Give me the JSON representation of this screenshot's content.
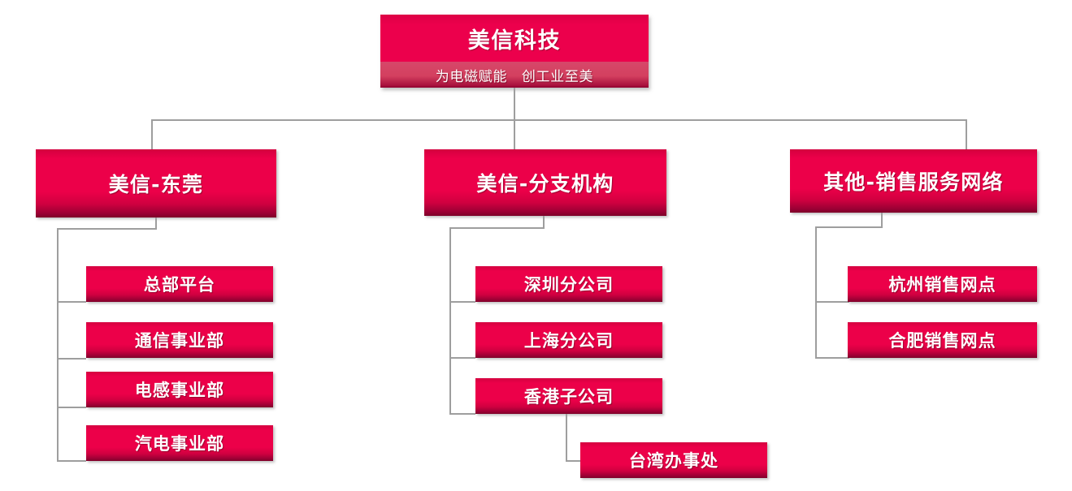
{
  "diagram": {
    "type": "organization-chart",
    "colors": {
      "box_primary": "#ec0049",
      "box_shade_dark": "#7d0029",
      "subtitle_band": "#d4405f",
      "connector_line": "#9e9e9e",
      "text": "#ffffff",
      "background": "#ffffff"
    },
    "root": {
      "title": "美信科技",
      "subtitle": "为电磁赋能　创工业至美"
    },
    "branches": [
      {
        "label": "美信-东莞",
        "children": [
          {
            "label": "总部平台"
          },
          {
            "label": "通信事业部"
          },
          {
            "label": "电感事业部"
          },
          {
            "label": "汽电事业部"
          }
        ]
      },
      {
        "label": "美信-分支机构",
        "children": [
          {
            "label": "深圳分公司"
          },
          {
            "label": "上海分公司"
          },
          {
            "label": "香港子公司",
            "children": [
              {
                "label": "台湾办事处"
              }
            ]
          }
        ]
      },
      {
        "label": "其他-销售服务网络",
        "children": [
          {
            "label": "杭州销售网点"
          },
          {
            "label": "合肥销售网点"
          }
        ]
      }
    ]
  }
}
